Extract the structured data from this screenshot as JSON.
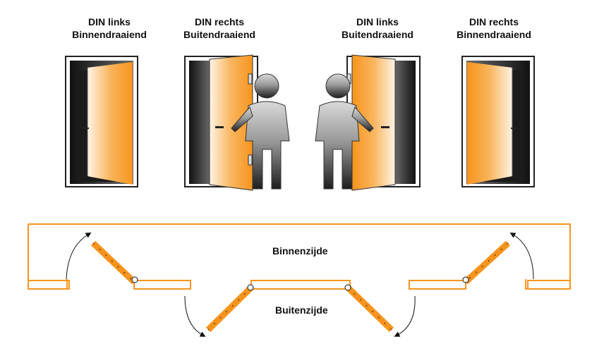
{
  "doors": [
    {
      "line1": "DIN links",
      "line2": "Binnendraaiend"
    },
    {
      "line1": "DIN rechts",
      "line2": "Buitendraaiend"
    },
    {
      "line1": "DIN links",
      "line2": "Buitendraaiend"
    },
    {
      "line1": "DIN rechts",
      "line2": "Binnendraaiend"
    }
  ],
  "plan": {
    "inside_label": "Binnenzijde",
    "outside_label": "Buitenzijde"
  },
  "colors": {
    "door_orange": "#f7941d",
    "door_light": "#fde9cf",
    "frame_dark": "#1a1a1a",
    "wall_line": "#f7941d"
  }
}
